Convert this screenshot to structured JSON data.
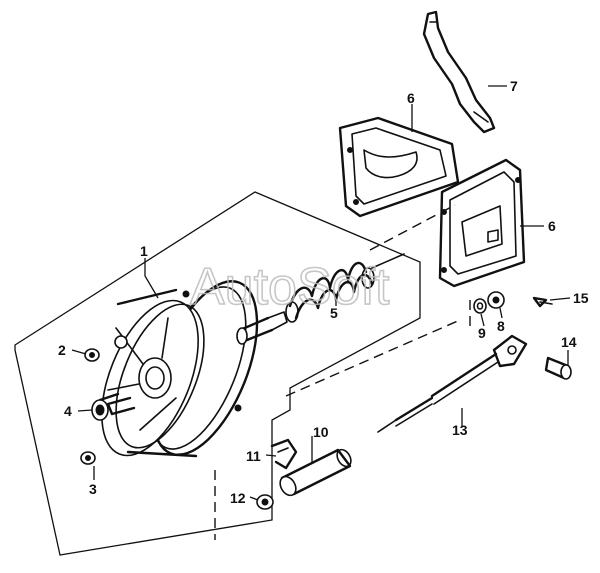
{
  "watermark": "AutoSoft",
  "callouts": [
    {
      "id": "1",
      "part": "brake-booster"
    },
    {
      "id": "2",
      "part": "nut"
    },
    {
      "id": "3",
      "part": "nut"
    },
    {
      "id": "4",
      "part": "seal"
    },
    {
      "id": "5",
      "part": "return-spring"
    },
    {
      "id": "6",
      "part": "bracket"
    },
    {
      "id": "6",
      "part": "bracket"
    },
    {
      "id": "7",
      "part": "strap"
    },
    {
      "id": "8",
      "part": "nut"
    },
    {
      "id": "9",
      "part": "washer"
    },
    {
      "id": "10",
      "part": "sleeve"
    },
    {
      "id": "11",
      "part": "clip"
    },
    {
      "id": "12",
      "part": "nut"
    },
    {
      "id": "13",
      "part": "push-rod"
    },
    {
      "id": "14",
      "part": "pin"
    },
    {
      "id": "15",
      "part": "cotter-pin"
    }
  ]
}
